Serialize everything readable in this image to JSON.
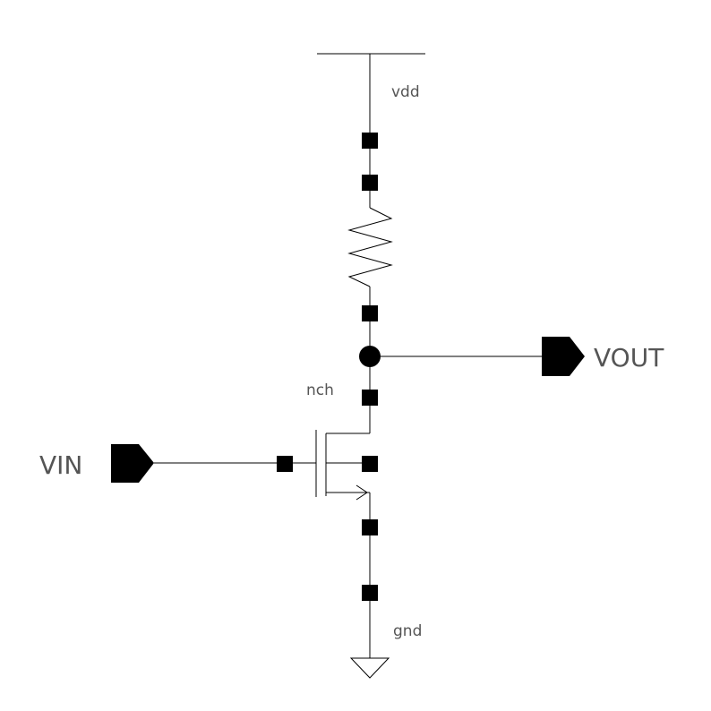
{
  "schematic": {
    "supply_label": "vdd",
    "ground_label": "gnd",
    "transistor_label": "nch",
    "input_label": "VIN",
    "output_label": "VOUT"
  },
  "colors": {
    "wire": "#000000",
    "text": "#555555",
    "background": "#ffffff"
  },
  "icons": [
    "vdd-supply-icon",
    "resistor-icon",
    "nmos-transistor-icon",
    "ground-icon",
    "input-pin-icon",
    "output-pin-icon"
  ]
}
